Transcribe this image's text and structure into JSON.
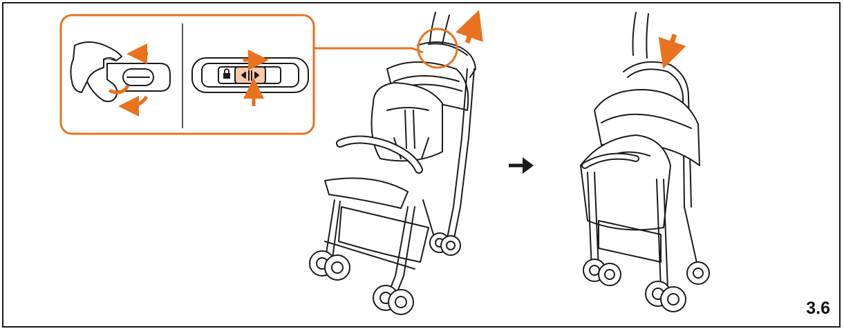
{
  "page": {
    "number": "3.6"
  },
  "colors": {
    "accent": "#e8721e",
    "ink": "#1a1a1a",
    "detail_fill": "#f6c9a8"
  },
  "icons": [
    "hand-squeeze-icon",
    "lock-icon",
    "slide-release-button-icon",
    "right-arrow-icon"
  ],
  "steps": [
    {
      "id": "unlock",
      "description_visible": false
    },
    {
      "id": "fold",
      "description_visible": false
    }
  ]
}
